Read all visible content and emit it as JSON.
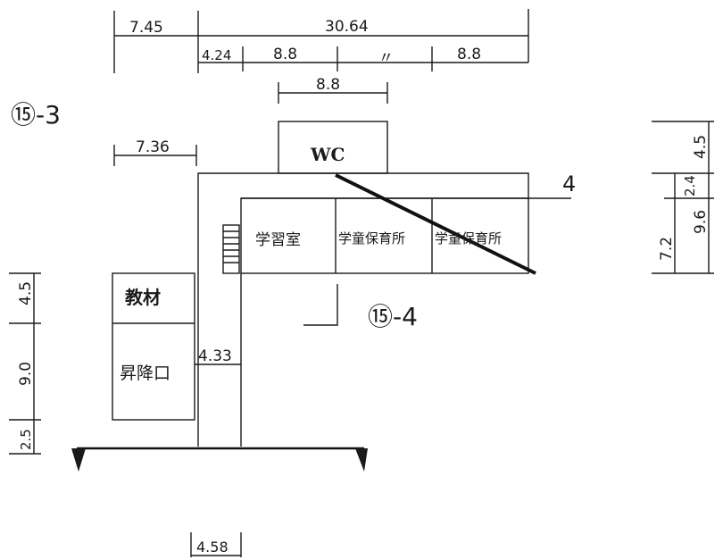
{
  "dimensions_top": {
    "left_width": "7.45",
    "total_width": "30.64",
    "seg_a": "4.24",
    "seg_b": "8.8",
    "seg_ditto": "〃",
    "seg_c": "8.8",
    "wc_width": "8.8",
    "left_wing_width": "7.36"
  },
  "dimensions_left": {
    "top": "4.5",
    "middle": "9.0",
    "bottom": "2.5"
  },
  "dimensions_right": {
    "outer_top": "4.5",
    "outer_bottom": "7.2",
    "inner_top": "2.4",
    "inner_bottom": "9.6"
  },
  "dimensions_misc": {
    "corridor_width": "4.33",
    "bottom_width": "4.58",
    "right_number": "4"
  },
  "labels": {
    "drawing_ref_a": "⑮-3",
    "drawing_ref_b": "⑮-4",
    "wc": "WC",
    "room_study": "学習室",
    "room_care_1": "学童保育所",
    "room_care_2": "学童保育所",
    "room_materials": "教材",
    "room_lift": "昇降口",
    "section_mark": "4"
  }
}
